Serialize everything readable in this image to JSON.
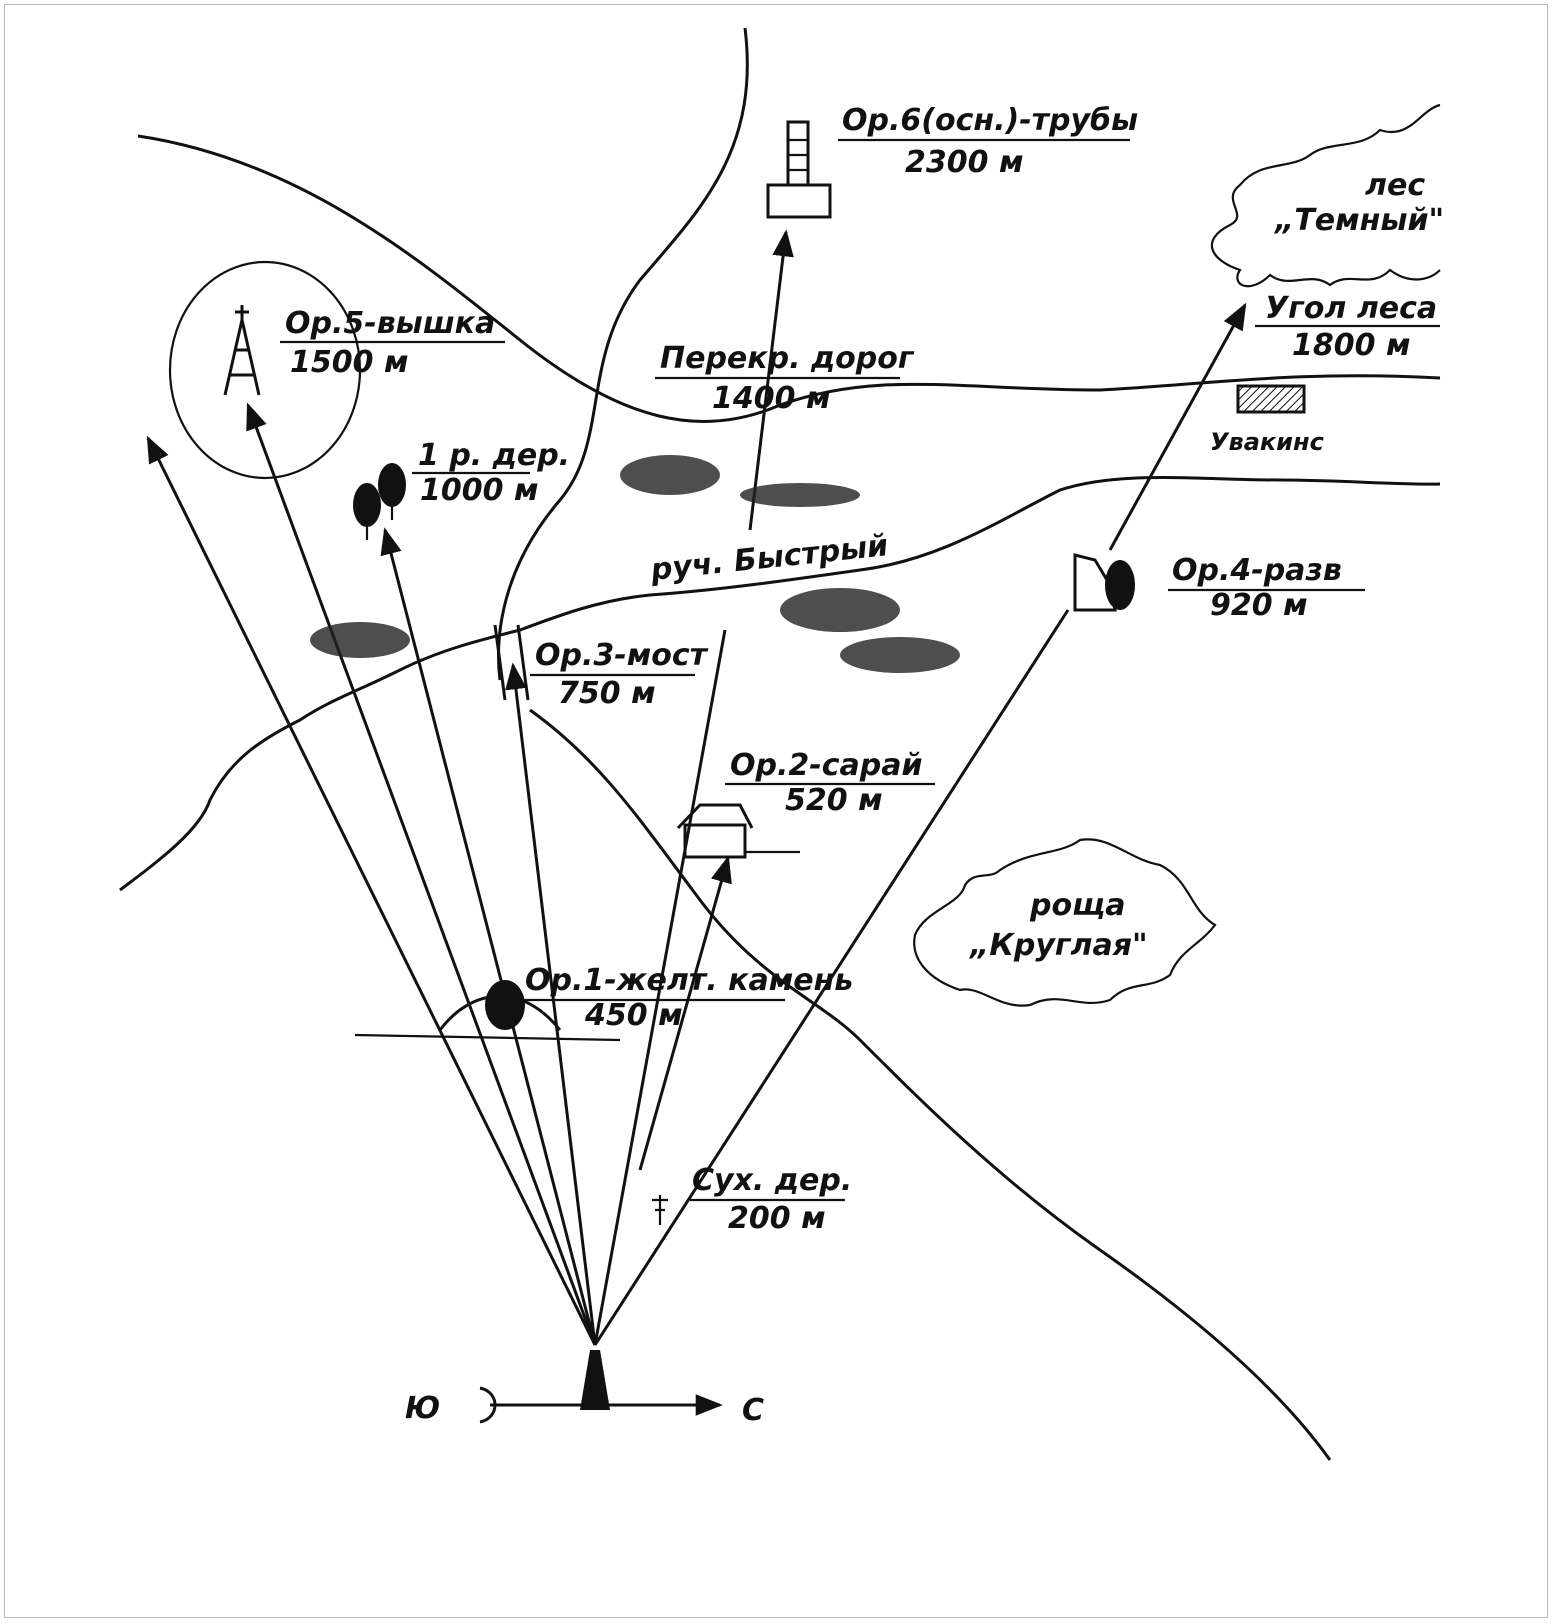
{
  "landmarks": {
    "op6": {
      "name": "Ор.6(осн.)-трубы",
      "distance": "2300 м"
    },
    "forest": {
      "line1": "лес",
      "line2": "„Темный\""
    },
    "forest_corner": {
      "name": "Угол леса",
      "distance": "1800 м"
    },
    "op5": {
      "name": "Ор.5-вышка",
      "distance": "1500 м"
    },
    "crossroads": {
      "name": "Перекр. дорог",
      "distance": "1400 м"
    },
    "village": {
      "name": "Увакинс"
    },
    "trees": {
      "name": "1 р. дер.",
      "distance": "1000 м"
    },
    "stream": {
      "name": "руч. Быстрый"
    },
    "op4": {
      "name": "Ор.4-разв",
      "distance": "920 м"
    },
    "op3": {
      "name": "Ор.3-мост",
      "distance": "750 м"
    },
    "op2": {
      "name": "Ор.2-сарай",
      "distance": "520 м"
    },
    "grove": {
      "line1": "роща",
      "line2": "„Круглая\""
    },
    "op1": {
      "name": "Ор.1-желт. камень",
      "distance": "450 м"
    },
    "dry_tree": {
      "name": "Сух. дер.",
      "distance": "200 м"
    }
  },
  "compass": {
    "south": "Ю",
    "north": "С"
  }
}
